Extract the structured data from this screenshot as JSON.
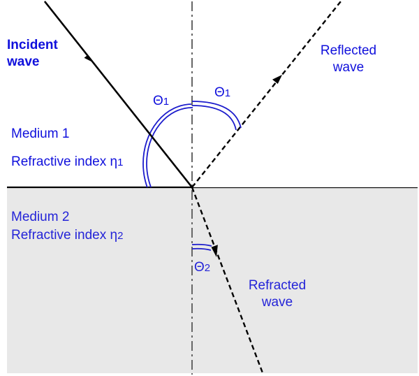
{
  "diagram": {
    "colors": {
      "label_blue": "#1010dc",
      "arc_blue": "#1c1ccc",
      "medium2_fill": "#e8e8e8",
      "rays": "#000000",
      "normal_line": "#666666"
    },
    "labels": {
      "incident_line1": "Incident",
      "incident_line2": "wave",
      "reflected_line1": "Reflected",
      "reflected_line2": "wave",
      "refracted_line1": "Refracted",
      "refracted_line2": "wave",
      "medium1": "Medium 1",
      "medium1_index": "Refractive index η",
      "medium1_index_sub": "1",
      "medium2": "Medium 2",
      "medium2_index": "Refractive index η",
      "medium2_index_sub": "2",
      "theta1_incident": "Θ",
      "theta1_incident_sub": "1",
      "theta1_reflected": "Θ",
      "theta1_reflected_sub": "1",
      "theta2": "Θ",
      "theta2_sub": "2"
    }
  }
}
